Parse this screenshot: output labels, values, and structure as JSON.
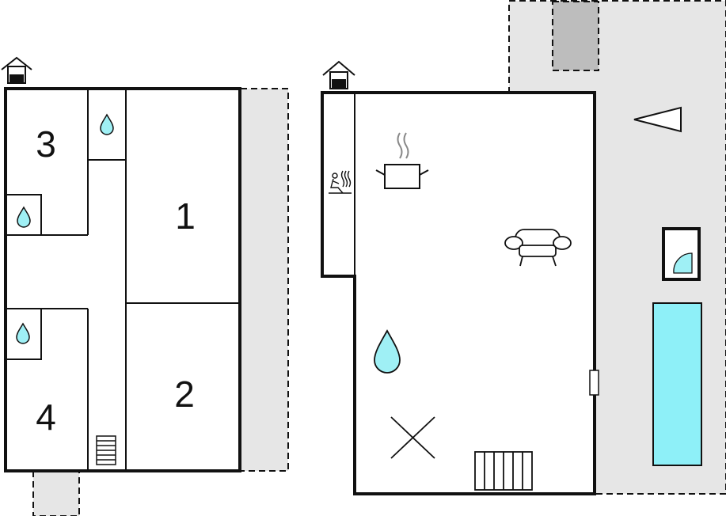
{
  "colors": {
    "wall": "#111111",
    "outdoor": "#e6e6e6",
    "outdoor_dark": "#bdbdbd",
    "water": "#9ff0f5",
    "pool": "#8ef0f8",
    "background": "#ffffff"
  },
  "floor_upper": {
    "rooms": [
      {
        "number": "3"
      },
      {
        "number": "1"
      },
      {
        "number": "4"
      },
      {
        "number": "2"
      }
    ],
    "icons": [
      "entrance-house-icon",
      "water-drop-icon",
      "stairs-icon"
    ]
  },
  "floor_ground": {
    "icons": [
      "entrance-house-icon",
      "sauna-icon",
      "kitchen-pot-icon",
      "sofa-icon",
      "water-drop-icon",
      "cross-mark-icon",
      "stairs-icon",
      "shower-icon",
      "pool-icon",
      "direction-triangle-icon"
    ]
  }
}
